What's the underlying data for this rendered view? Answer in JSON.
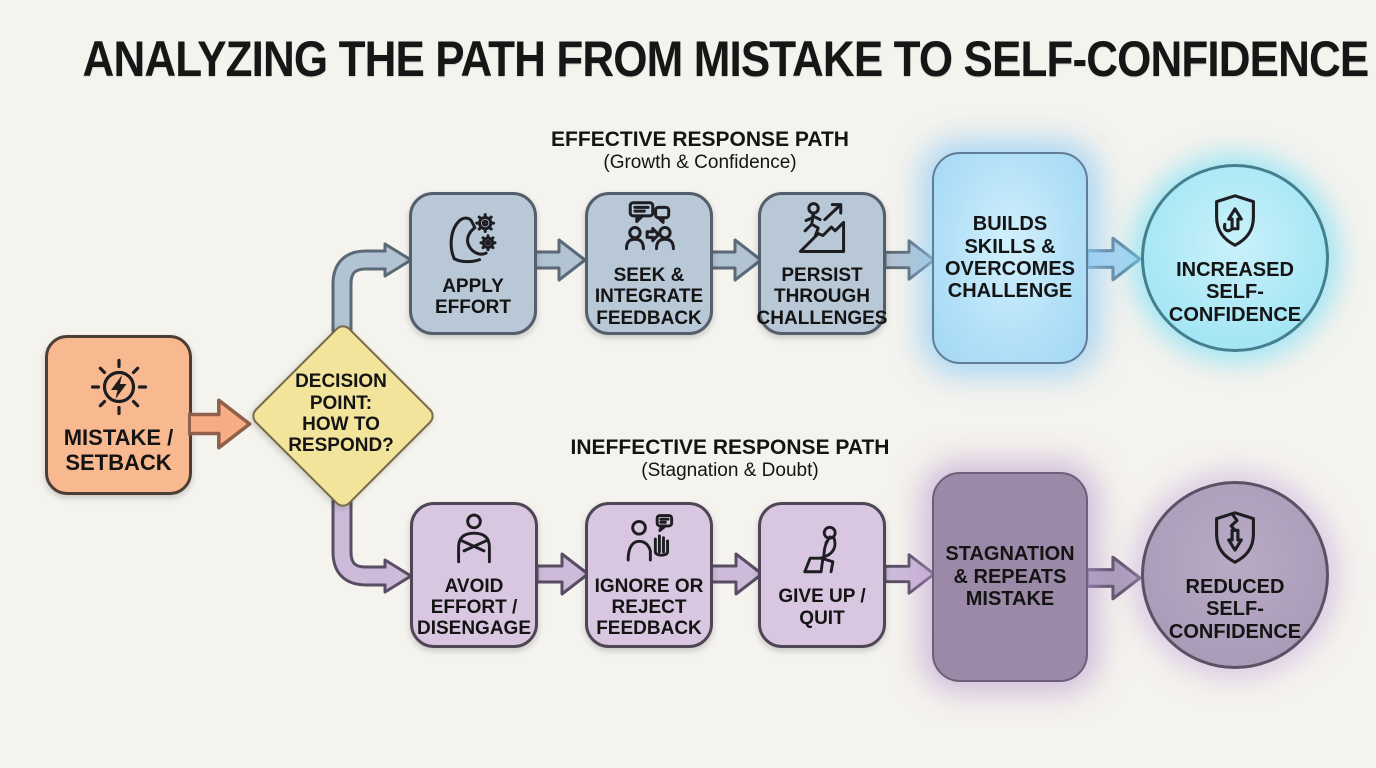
{
  "title": "ANALYZING THE PATH FROM MISTAKE TO SELF-CONFIDENCE",
  "colors": {
    "background": "#f5f3ee",
    "start_fill": "#f9b990",
    "decision_fill": "#f3e49c",
    "effective_step_fill": "#b8c8d7",
    "effective_outcome_fill": "#b4e1f8",
    "effective_result_fill": "#a8e7f5",
    "ineffective_step_fill": "#d9c6e1",
    "ineffective_outcome_fill": "#9b89a7",
    "ineffective_result_fill": "#ab9db9"
  },
  "start": {
    "label": "MISTAKE /\nSETBACK",
    "icon": "gear-lightning-icon"
  },
  "decision": {
    "label": "DECISION\nPOINT:\nHOW TO\nRESPOND?"
  },
  "effective_path": {
    "header": "EFFECTIVE RESPONSE PATH",
    "subheader": "(Growth & Confidence)",
    "steps": [
      {
        "label": "APPLY\nEFFORT",
        "icon": "bicep-gears-icon"
      },
      {
        "label": "SEEK &\nINTEGRATE\nFEEDBACK",
        "icon": "feedback-exchange-icon"
      },
      {
        "label": "PERSIST\nTHROUGH\nCHALLENGES",
        "icon": "climb-upward-icon"
      }
    ],
    "outcome": {
      "label": "BUILDS\nSKILLS &\nOVERCOMES\nCHALLENGE"
    },
    "result": {
      "label": "INCREASED\nSELF-\nCONFIDENCE",
      "icon": "shield-arrow-up-icon"
    }
  },
  "ineffective_path": {
    "header": "INEFFECTIVE RESPONSE PATH",
    "subheader": "(Stagnation & Doubt)",
    "steps": [
      {
        "label": "AVOID\nEFFORT /\nDISENGAGE",
        "icon": "crossed-arms-icon"
      },
      {
        "label": "IGNORE OR\nREJECT\nFEEDBACK",
        "icon": "reject-hand-icon"
      },
      {
        "label": "GIVE UP /\nQUIT",
        "icon": "give-up-sitting-icon"
      }
    ],
    "outcome": {
      "label": "STAGNATION\n& REPEATS\nMISTAKE"
    },
    "result": {
      "label": "REDUCED\nSELF-\nCONFIDENCE",
      "icon": "shield-arrow-down-icon"
    }
  }
}
